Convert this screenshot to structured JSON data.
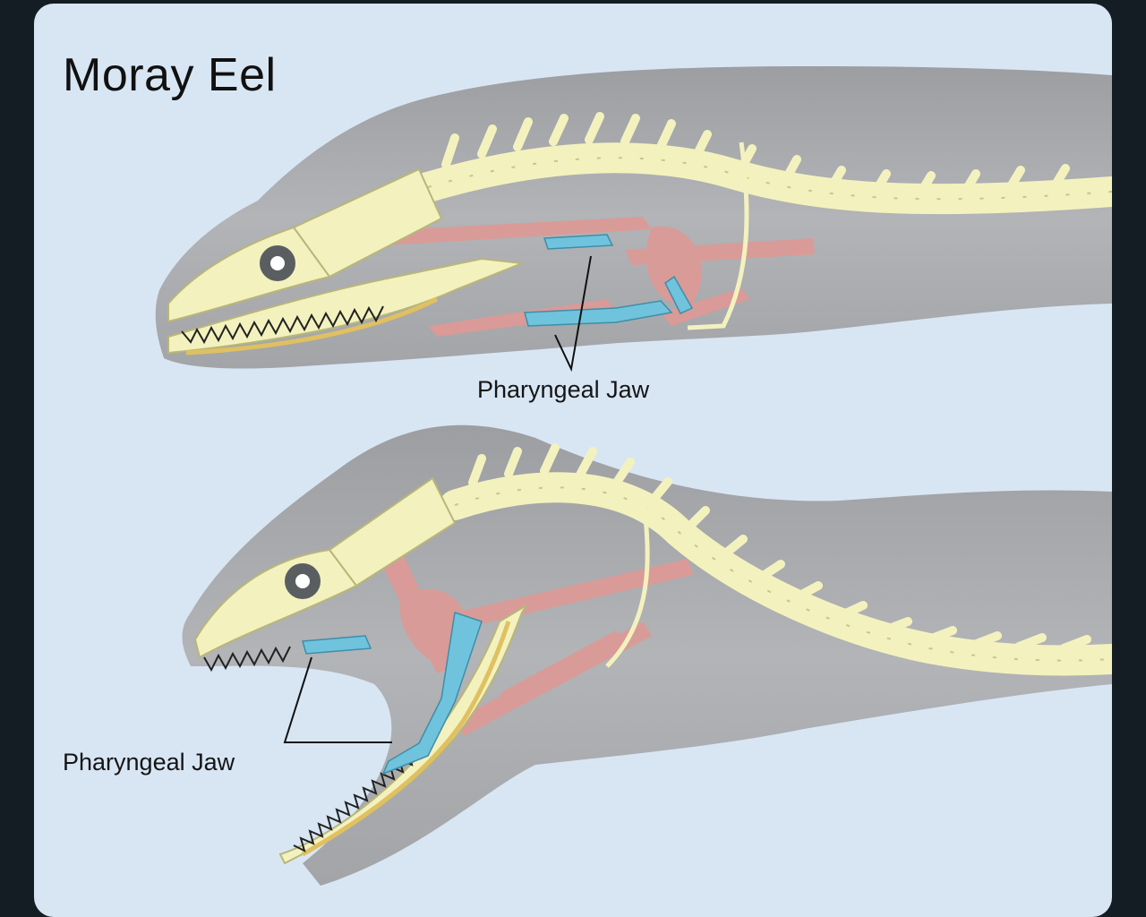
{
  "title": "Moray Eel",
  "labels": {
    "top_callout": "Pharyngeal Jaw",
    "bottom_callout": "Pharyngeal Jaw"
  },
  "colors": {
    "background_frame": "#151d24",
    "card_background": "#d8e6f4",
    "eel_body": "#a3a5a8",
    "bone": "#f3f2be",
    "bone_outline": "#b9b67a",
    "muscle": "#dc9a97",
    "pharyngeal_jaw": "#6fc3dd",
    "jaw_line": "#e0c060"
  }
}
